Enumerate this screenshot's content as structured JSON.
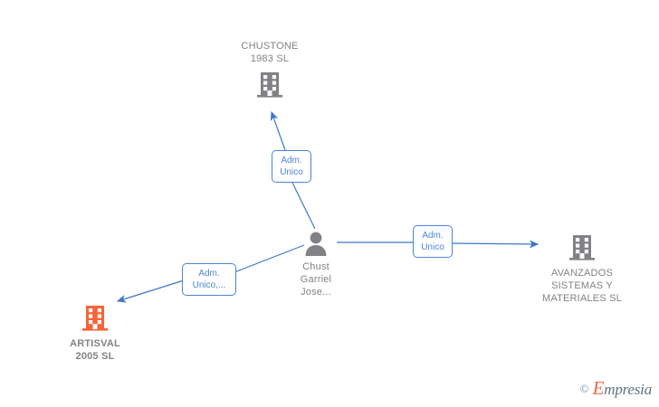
{
  "diagram": {
    "type": "company-relationship-graph",
    "background": "#ffffff",
    "edge_color": "#3c78c8",
    "label_color": "#4a86d6",
    "text_color": "#808285",
    "company_gray": "#808285",
    "company_orange": "#f4663a"
  },
  "nodes": [
    {
      "id": "chustone",
      "kind": "company",
      "icon": "building-icon",
      "icon_color": "#808285",
      "label": "CHUSTONE\n1983  SL",
      "bold": false,
      "label_position": "above"
    },
    {
      "id": "person",
      "kind": "person",
      "icon": "person-icon",
      "icon_color": "#808285",
      "label": "Chust\nGarriel\nJose...",
      "bold": false,
      "label_position": "below"
    },
    {
      "id": "avanzados",
      "kind": "company",
      "icon": "building-icon",
      "icon_color": "#808285",
      "label": "AVANZADOS\nSISTEMAS Y\nMATERIALES SL",
      "bold": false,
      "label_position": "below"
    },
    {
      "id": "artisval",
      "kind": "company",
      "icon": "building-icon",
      "icon_color": "#f4663a",
      "label": "ARTISVAL\n2005 SL",
      "bold": true,
      "label_position": "below"
    }
  ],
  "edges": [
    {
      "id": "edge-person-chustone",
      "from": "person",
      "to": "chustone",
      "label": "Adm.\nUnico"
    },
    {
      "id": "edge-person-avanzados",
      "from": "person",
      "to": "avanzados",
      "label": "Adm.\nUnico"
    },
    {
      "id": "edge-person-artisval",
      "from": "person",
      "to": "artisval",
      "label": "Adm.\nUnico,..."
    }
  ],
  "watermark": {
    "copyright": "©",
    "brand_initial": "E",
    "brand_rest": "mpresia"
  }
}
